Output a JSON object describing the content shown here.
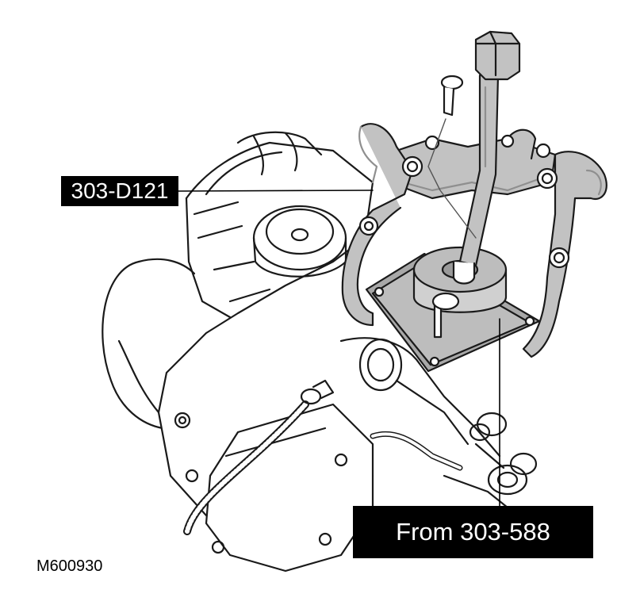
{
  "callouts": {
    "special_tool": "303-D121",
    "from_tool": "From 303-588"
  },
  "figure_id": "M600930",
  "colors": {
    "line": "#1a1a1a",
    "puller_fill": "#c2c2c2",
    "puller_dark": "#8f8f8f",
    "housing_fill": "#ffffff",
    "plate_fill": "#a8a8a8",
    "callout_bg": "#000000",
    "callout_text": "#ffffff"
  },
  "icons": [
    "three-jaw-puller",
    "steering-gear-housing",
    "hex-bolt",
    "adapter-plate",
    "forcing-screw"
  ]
}
